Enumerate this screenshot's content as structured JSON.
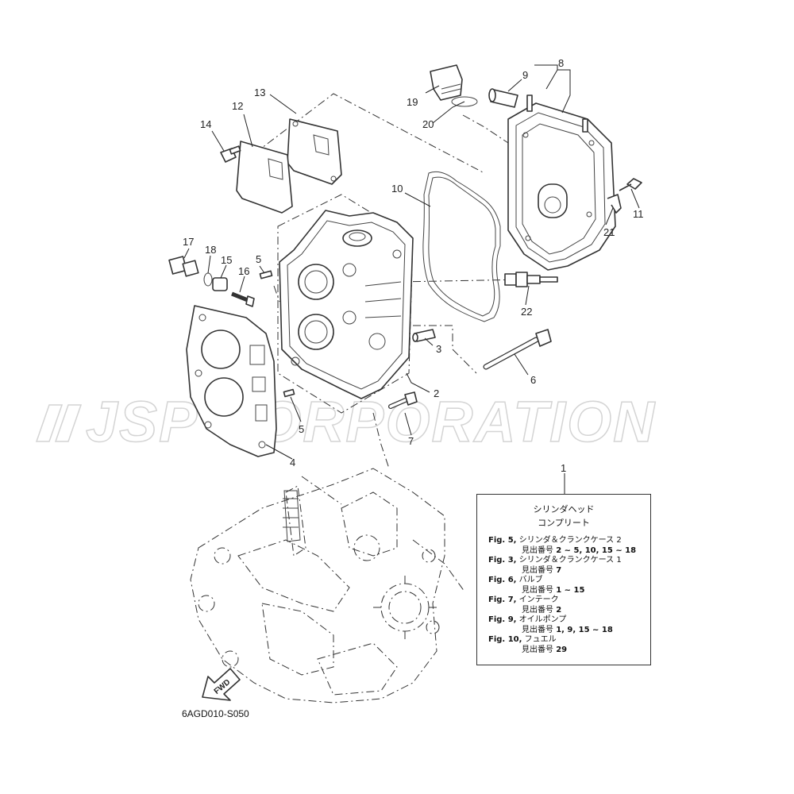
{
  "watermark": "JSP CORPORATION",
  "callouts": [
    "1",
    "2",
    "3",
    "4",
    "5",
    "5",
    "6",
    "7",
    "8",
    "9",
    "10",
    "11",
    "12",
    "13",
    "14",
    "15",
    "16",
    "17",
    "18",
    "19",
    "20",
    "21",
    "22"
  ],
  "fwd_label": "FWD",
  "legend": {
    "title_line1": "シリンダヘッド",
    "title_line2": "コンプリート",
    "entries": [
      {
        "fig": "Fig. 5,",
        "name": "シリンダ＆クランクケース 2",
        "sub_prefix": "見出番号",
        "sub_value": "2 ~ 5, 10, 15 ~ 18"
      },
      {
        "fig": "Fig. 3,",
        "name": "シリンダ＆クランクケース 1",
        "sub_prefix": "見出番号",
        "sub_value": "7"
      },
      {
        "fig": "Fig. 6,",
        "name": "バルブ",
        "sub_prefix": "見出番号",
        "sub_value": "1 ~ 15"
      },
      {
        "fig": "Fig. 7,",
        "name": "インテーク",
        "sub_prefix": "見出番号",
        "sub_value": "2"
      },
      {
        "fig": "Fig. 9,",
        "name": "オイルポンプ",
        "sub_prefix": "見出番号",
        "sub_value": "1, 9, 15 ~ 18"
      },
      {
        "fig": "Fig. 10,",
        "name": "フュエル",
        "sub_prefix": "見出番号",
        "sub_value": "29"
      }
    ]
  },
  "diagram_code": "6AGD010-S050"
}
